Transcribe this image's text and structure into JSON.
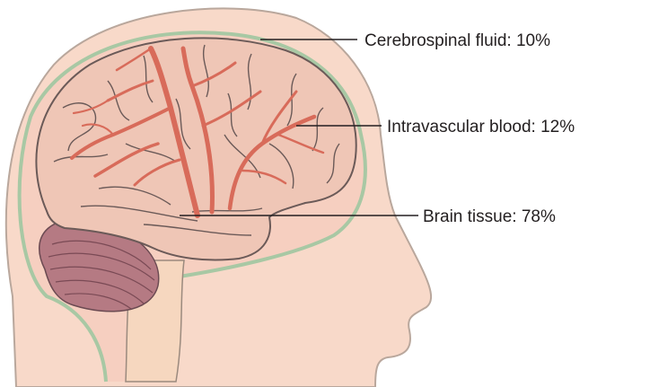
{
  "labels": {
    "csf": "Cerebrospinal fluid: 10%",
    "blood": "Intravascular blood: 12%",
    "tissue": "Brain tissue: 78%"
  },
  "colors": {
    "skin": "#f8d9c9",
    "skin_outline": "#b9a79c",
    "csf_membrane": "#a8c8a4",
    "brain": "#efc6b6",
    "brain_outline": "#6b5a58",
    "vessel": "#d86b5a",
    "cerebellum": "#b57a83",
    "brainstem": "#f6d7bf",
    "label_text": "#231f20"
  }
}
